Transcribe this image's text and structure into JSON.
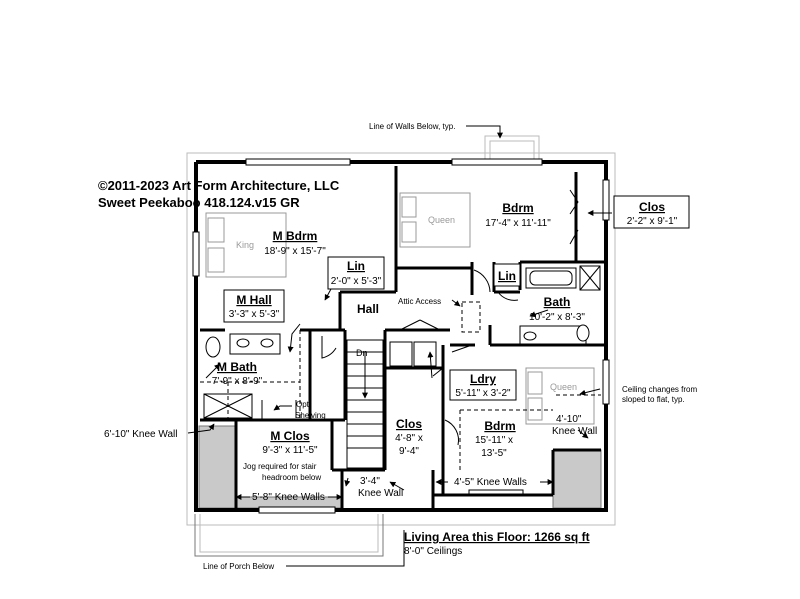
{
  "copyright": {
    "line1": "©2011-2023 Art Form Architecture, LLC",
    "line2": "Sweet Peekaboo 418.124.v15 GR"
  },
  "rooms": {
    "m_bdrm": {
      "name": "M Bdrm",
      "dims": "18'-9\" x 15'-7\"",
      "bed": "King"
    },
    "bdrm_ne": {
      "name": "Bdrm",
      "dims": "17'-4\" x 11'-11\"",
      "bed": "Queen"
    },
    "clos_ne": {
      "name": "Clos",
      "dims": "2'-2\" x 9'-1\""
    },
    "lin_1": {
      "name": "Lin",
      "dims": "2'-0\" x 5'-3\""
    },
    "lin_2": {
      "name": "Lin"
    },
    "bath": {
      "name": "Bath",
      "dims": "10'-2\" x 8'-3\""
    },
    "m_hall": {
      "name": "M Hall",
      "dims": "3'-3\" x 5'-3\""
    },
    "hall": {
      "name": "Hall"
    },
    "m_bath": {
      "name": "M Bath",
      "dims": "7'-9\" x 8'-9\""
    },
    "ldry": {
      "name": "Ldry",
      "dims": "5'-11\" x 3'-2\""
    },
    "m_clos": {
      "name": "M Clos",
      "dims": "9'-3\" x 11'-5\""
    },
    "clos_mid": {
      "name": "Clos",
      "dims1": "4'-8\" x",
      "dims2": "9'-4\""
    },
    "bdrm_se": {
      "name": "Bdrm",
      "dims1": "15'-11\" x",
      "dims2": "13'-5\"",
      "bed": "Queen"
    }
  },
  "notes": {
    "walls_below": "Line of Walls Below, typ.",
    "attic_access": "Attic Access",
    "dn": "Dn",
    "opt": "Opt",
    "shelving": "Shelving",
    "knee_6_10": "6'-10\" Knee Wall",
    "jog1": "Jog required for stair",
    "jog2": "headroom below",
    "knee_5_8": "5'-8\" Knee Walls",
    "knee_3_4a": "3'-4\"",
    "knee_3_4b": "Knee Wall",
    "knee_4_5": "4'-5\" Knee Walls",
    "knee_4_10a": "4'-10\"",
    "knee_4_10b": "Knee Wall",
    "ceiling1": "Ceiling changes from",
    "ceiling2": "sloped to flat, typ.",
    "porch_below": "Line of Porch Below"
  },
  "summary": {
    "living_area": "Living Area this Floor: 1266 sq ft",
    "ceilings": "8'-0\" Ceilings"
  }
}
